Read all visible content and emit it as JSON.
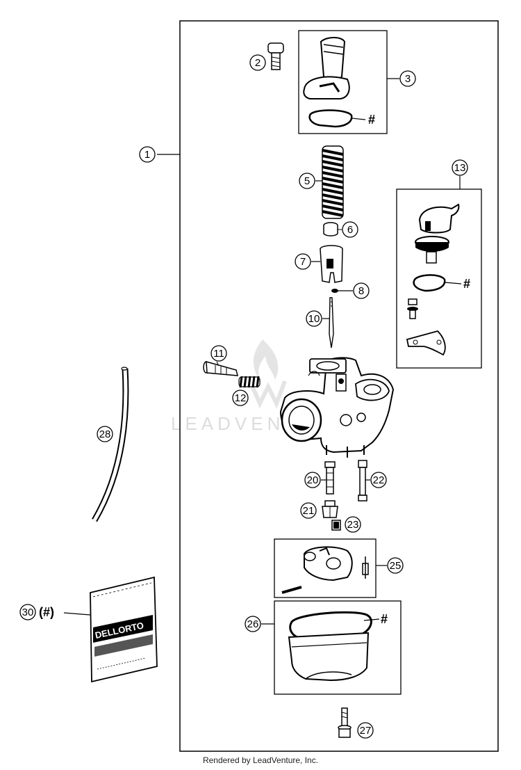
{
  "callouts": {
    "c1": "1",
    "c2": "2",
    "c3": "3",
    "c5": "5",
    "c6": "6",
    "c7": "7",
    "c8": "8",
    "c10": "10",
    "c11": "11",
    "c12": "12",
    "c13": "13",
    "c20": "20",
    "c21": "21",
    "c22": "22",
    "c23": "23",
    "c25": "25",
    "c26": "26",
    "c27": "27",
    "c28": "28",
    "c30": "30"
  },
  "hash_marks": {
    "h3": "#",
    "h13": "#",
    "h26": "#",
    "h30": "(#)"
  },
  "watermark": {
    "logo": "lv-flame-logo",
    "text": "LEADVENTURE"
  },
  "packet": {
    "brand": "DELLORTO"
  },
  "footer": {
    "credit": "Rendered by LeadVenture, Inc."
  }
}
